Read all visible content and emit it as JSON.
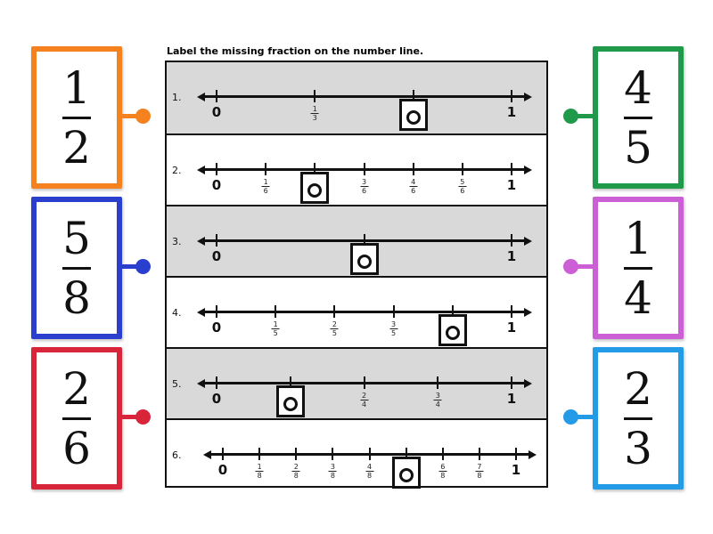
{
  "instruction": "Label the missing fraction on the number line.",
  "rows": [
    {
      "number": "1.",
      "shaded": true,
      "denominator": 3,
      "labels": [
        "0",
        "1/3",
        "",
        "1"
      ],
      "missing_index": 2
    },
    {
      "number": "2.",
      "shaded": false,
      "denominator": 6,
      "labels": [
        "0",
        "1/6",
        "",
        "3/6",
        "4/6",
        "5/6",
        "1"
      ],
      "missing_index": 2
    },
    {
      "number": "3.",
      "shaded": true,
      "denominator": 2,
      "labels": [
        "0",
        "",
        "1"
      ],
      "missing_index": 1
    },
    {
      "number": "4.",
      "shaded": false,
      "denominator": 5,
      "labels": [
        "0",
        "1/5",
        "2/5",
        "3/5",
        "",
        "1"
      ],
      "missing_index": 4
    },
    {
      "number": "5.",
      "shaded": true,
      "denominator": 4,
      "labels": [
        "0",
        "",
        "2/4",
        "3/4",
        "1"
      ],
      "missing_index": 1
    },
    {
      "number": "6.",
      "shaded": false,
      "denominator": 8,
      "labels": [
        "0",
        "1/8",
        "2/8",
        "3/8",
        "4/8",
        "",
        "6/8",
        "7/8",
        "1"
      ],
      "missing_index": 5
    }
  ],
  "answer_box_glyph": "o",
  "cards": [
    {
      "side": "left",
      "numerator": "1",
      "denominator": "2",
      "color": "#f5821f"
    },
    {
      "side": "left",
      "numerator": "5",
      "denominator": "8",
      "color": "#2b3fcf"
    },
    {
      "side": "left",
      "numerator": "2",
      "denominator": "6",
      "color": "#d9253a"
    },
    {
      "side": "right",
      "numerator": "4",
      "denominator": "5",
      "color": "#1f9a4b"
    },
    {
      "side": "right",
      "numerator": "1",
      "denominator": "4",
      "color": "#cc5fd6"
    },
    {
      "side": "right",
      "numerator": "2",
      "denominator": "3",
      "color": "#239be6"
    }
  ]
}
